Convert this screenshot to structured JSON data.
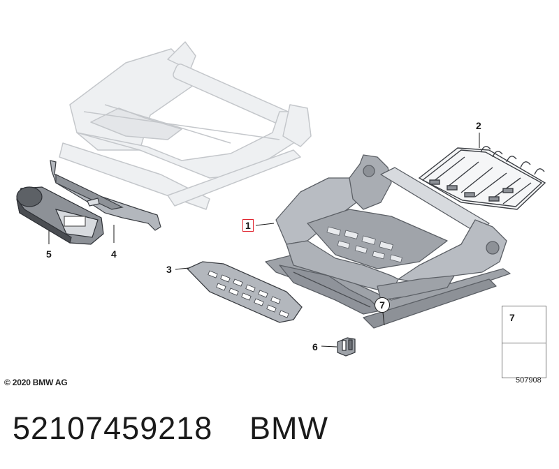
{
  "callouts": {
    "c1": "1",
    "c2": "2",
    "c3": "3",
    "c4": "4",
    "c5": "5",
    "c6": "6",
    "c7": "7"
  },
  "legend": {
    "item": "7"
  },
  "footer": {
    "copyright": "© 2020 BMW AG",
    "image_number": "507908",
    "part_number": "52107459218",
    "brand": "BMW"
  },
  "colors": {
    "frame_fill": "#c9ccd1",
    "frame_stroke": "#6e7278",
    "ghost_fill": "#eef0f2",
    "ghost_stroke": "#c4c7cb",
    "highlight_box": "#e0252f"
  }
}
